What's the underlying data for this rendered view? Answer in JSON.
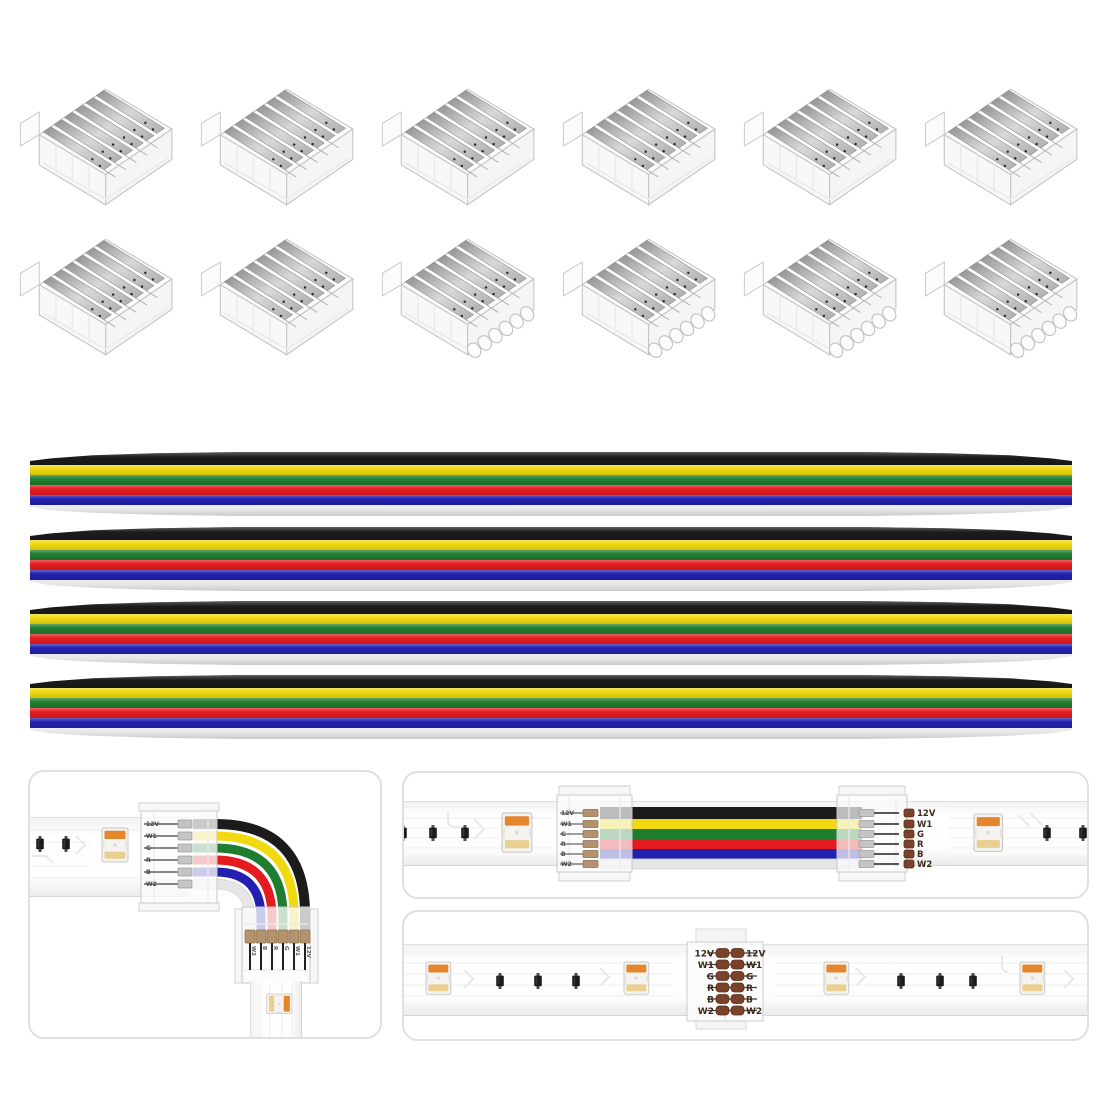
{
  "pin_labels": [
    "12V",
    "W1",
    "G",
    "R",
    "B",
    "W2"
  ],
  "wire_order": [
    "black",
    "yellow",
    "green",
    "red",
    "blue",
    "white"
  ],
  "wire_colors": {
    "black": "#1b1b1b",
    "yellow": "#f0d911",
    "green": "#1f7d2f",
    "red": "#e41b1f",
    "blue": "#2320b0",
    "white": "#e6e6e6"
  },
  "wire_heights": [
    13,
    10,
    10,
    10,
    10,
    11
  ],
  "cable_count": 4,
  "cable_tops": [
    452,
    527,
    601,
    675
  ],
  "connector_grid": {
    "rows": 2,
    "cols": 6,
    "count": 12,
    "variants": [
      "A",
      "A",
      "A",
      "A",
      "A",
      "A",
      "A",
      "A",
      "B",
      "B",
      "B",
      "B"
    ]
  },
  "colors": {
    "panel_border": "#e0e0e0",
    "led_orange": "#e5862c",
    "led_cream": "#e9cf92",
    "pad_brown": "#7a4229",
    "label_dark": "#3a2b1d",
    "crimp_tan": "#b3926d",
    "metal": "#bdbdbd",
    "pin_black": "#222222"
  }
}
